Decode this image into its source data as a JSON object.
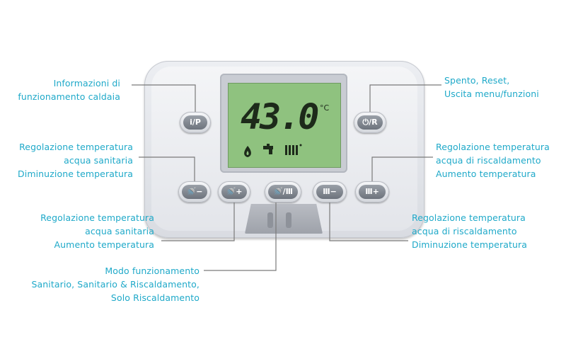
{
  "display": {
    "value": "43.0",
    "unit": "°C",
    "icons": [
      "flame-icon",
      "tap-icon",
      "radiator-icon"
    ]
  },
  "buttons": {
    "info": "i/P",
    "power_reset": "⏻/R",
    "dhw_minus": "🚿−",
    "dhw_plus": "🚿+",
    "mode": "🚿/Ⅲ",
    "heat_minus": "Ⅲ−",
    "heat_plus": "Ⅲ+"
  },
  "labels": {
    "info": [
      "Informazioni di",
      "funzionamento caldaia"
    ],
    "power": [
      "Spento, Reset,",
      "Uscita menu/funzioni"
    ],
    "dhw_minus": [
      "Regolazione temperatura",
      "acqua sanitaria",
      "Diminuzione temperatura"
    ],
    "heat_plus": [
      "Regolazione temperatura",
      "acqua di riscaldamento",
      "Aumento temperatura"
    ],
    "dhw_plus": [
      "Regolazione temperatura",
      "acqua sanitaria",
      "Aumento temperatura"
    ],
    "heat_minus": [
      "Regolazione temperatura",
      "acqua di riscaldamento",
      "Diminuzione temperatura"
    ],
    "mode": [
      "Modo funzionamento",
      "Sanitario, Sanitario & Riscaldamento,",
      "Solo Riscaldamento"
    ]
  },
  "colors": {
    "label_text": "#1fa9c9",
    "leader_line": "#7a7a7a",
    "lcd_background": "#8fc27f"
  }
}
